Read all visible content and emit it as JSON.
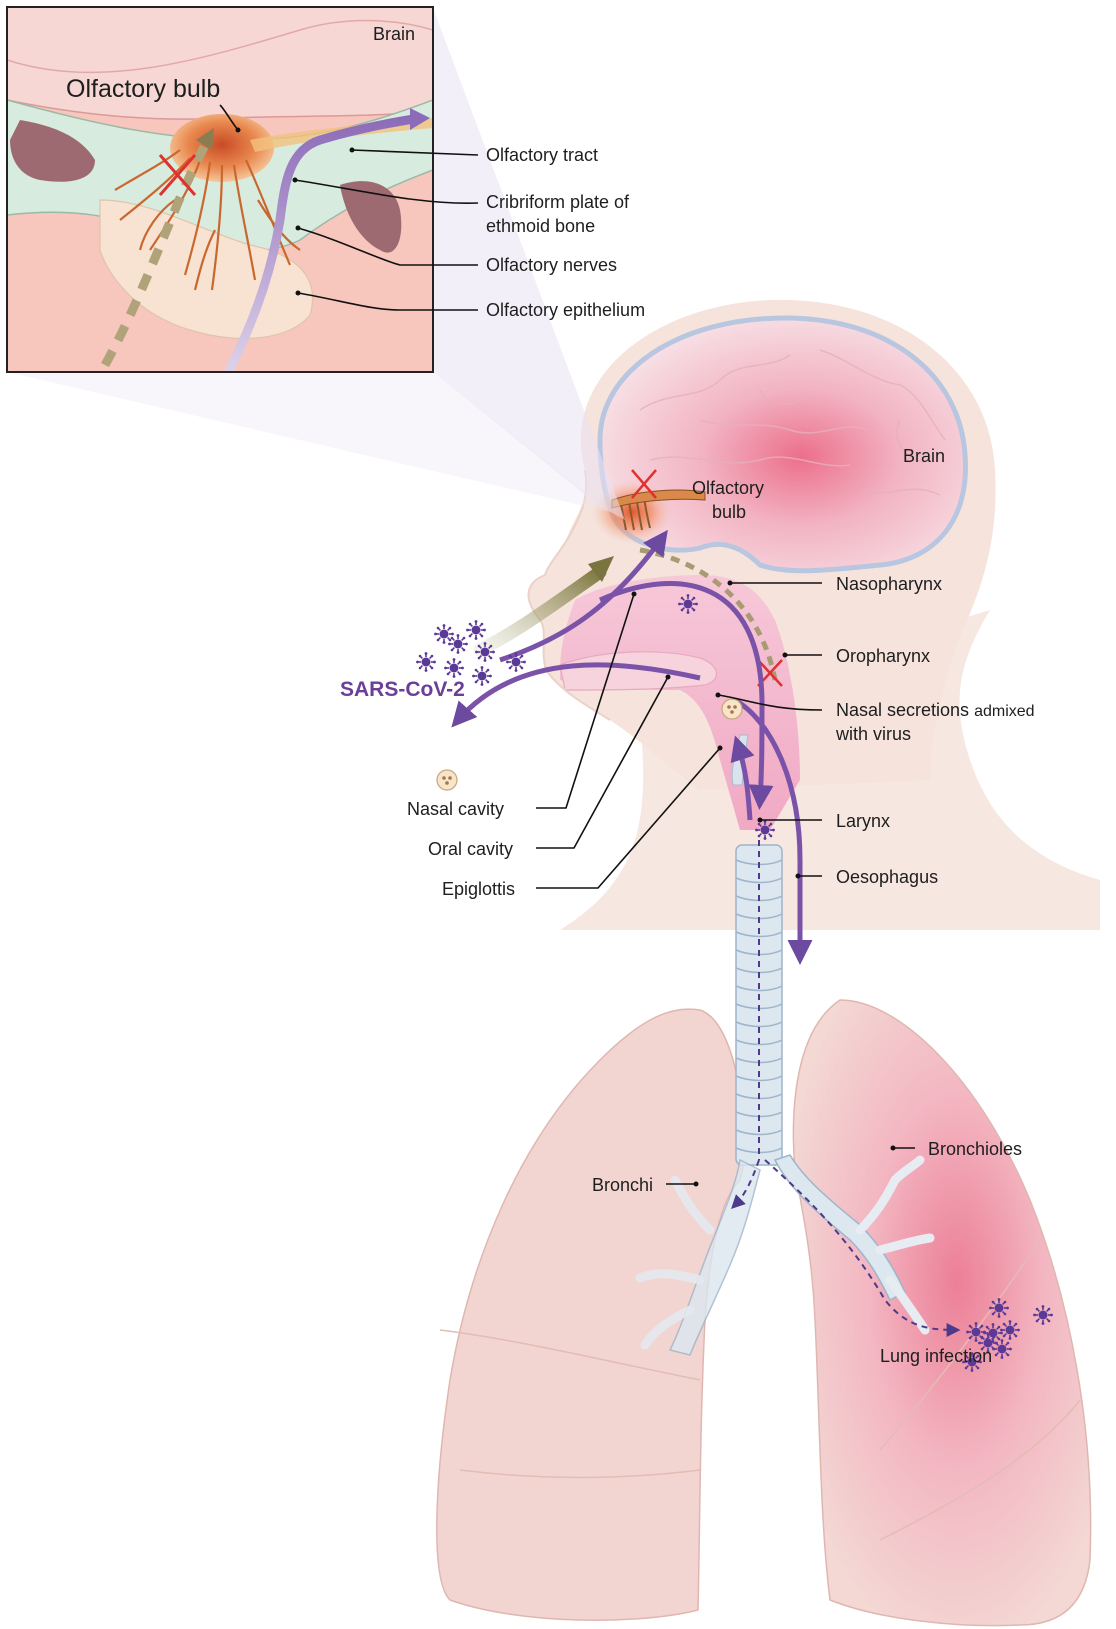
{
  "inset": {
    "brain": "Brain",
    "olfactory_bulb": "Olfactory bulb",
    "labels": {
      "olfactory_tract": "Olfactory tract",
      "cribriform_line1": "Cribriform plate of",
      "cribriform_line2": "ethmoid bone",
      "olfactory_nerves": "Olfactory nerves",
      "olfactory_epithelium": "Olfactory epithelium"
    }
  },
  "main": {
    "brain": "Brain",
    "olfactory_bulb_line1": "Olfactory",
    "olfactory_bulb_line2": "bulb",
    "virus_label": "SARS-CoV-2",
    "labels": {
      "nasopharynx": "Nasopharynx",
      "oropharynx": "Oropharynx",
      "nasal_secretions_line1a": "Nasal secretions",
      "nasal_secretions_line1b": "admixed",
      "nasal_secretions_line2": "with virus",
      "larynx": "Larynx",
      "oesophagus": "Oesophagus",
      "nasal_cavity": "Nasal cavity",
      "oral_cavity": "Oral cavity",
      "epiglottis": "Epiglottis",
      "bronchioles": "Bronchioles",
      "bronchi": "Bronchi",
      "lung_infection": "Lung infection"
    }
  },
  "colors": {
    "virus_purple": "#6b3f98",
    "arrow_purple": "#7a52a8",
    "skin": "#f6e4dc",
    "brain_pink": "#f0bcc8",
    "lung": "#f2d6d2",
    "lung_infected": "#ef9fb0",
    "trachea": "#dce7f0",
    "olfactory_orange": "#e07a3a",
    "block_red": "#e03030",
    "dashed_olive": "#a89b73"
  },
  "icons": [
    "virus-icon",
    "block-x-icon",
    "secretion-droplet-icon"
  ]
}
